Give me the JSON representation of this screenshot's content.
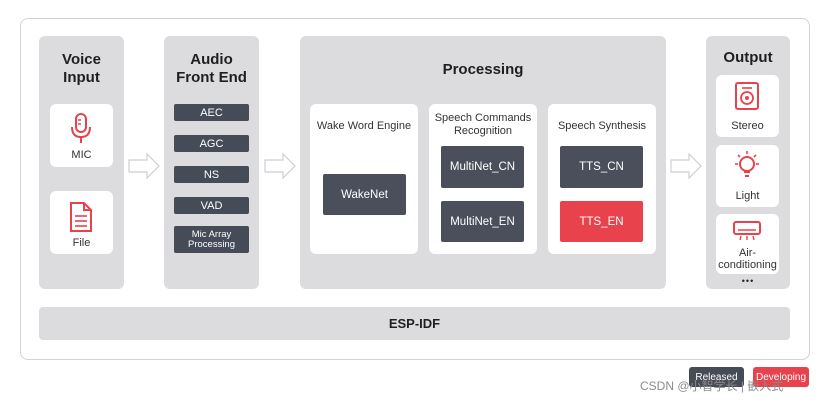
{
  "panels": {
    "voice_input": {
      "title_line1": "Voice",
      "title_line2": "Input",
      "items": [
        {
          "label": "MIC",
          "icon": "microphone-icon"
        },
        {
          "label": "File",
          "icon": "file-icon"
        }
      ]
    },
    "audio_front_end": {
      "title_line1": "Audio",
      "title_line2": "Front End",
      "items": [
        "AEC",
        "AGC",
        "NS",
        "VAD"
      ],
      "mic_array_line1": "Mic Array",
      "mic_array_line2": "Processing"
    },
    "processing": {
      "title": "Processing",
      "wake_word": {
        "title": "Wake Word Engine",
        "engine": "WakeNet"
      },
      "speech_commands": {
        "title_line1": "Speech Commands",
        "title_line2": "Recognition",
        "items": [
          "MultiNet_CN",
          "MultiNet_EN"
        ]
      },
      "speech_synthesis": {
        "title": "Speech Synthesis",
        "items": [
          "TTS_CN",
          "TTS_EN"
        ]
      }
    },
    "output": {
      "title": "Output",
      "items": [
        {
          "label": "Stereo",
          "icon": "speaker-icon"
        },
        {
          "label": "Light",
          "icon": "light-bulb-icon"
        },
        {
          "label_line1": "Air-",
          "label_line2": "conditioning",
          "icon": "air-conditioner-icon"
        }
      ],
      "more": "•••"
    }
  },
  "platform": "ESP-IDF",
  "legend": {
    "released": "Released",
    "developing": "Developing"
  },
  "watermark": "CSDN @小智学长 | 嵌入式",
  "colors": {
    "released": "#454b57",
    "developing": "#e8424c",
    "panel": "#dcdcde",
    "accent": "#e8424c"
  }
}
